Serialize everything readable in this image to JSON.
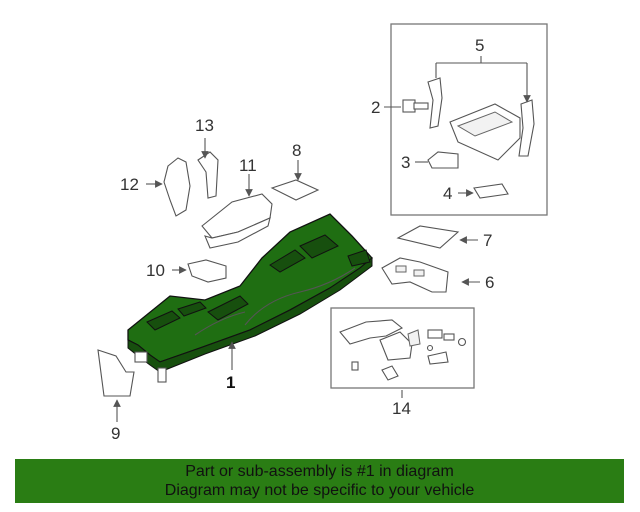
{
  "callouts": {
    "c1": "1",
    "c2": "2",
    "c3": "3",
    "c4": "4",
    "c5": "5",
    "c6": "6",
    "c7": "7",
    "c8": "8",
    "c9": "9",
    "c10": "10",
    "c11": "11",
    "c12": "12",
    "c13": "13",
    "c14": "14"
  },
  "highlighted_part": "1",
  "colors": {
    "banner_bg": "#2a7d14",
    "highlight_fill": "#1f6e12"
  },
  "banner": {
    "line1": "Part or sub-assembly is #1 in diagram",
    "line2": "Diagram may not be specific to your vehicle"
  }
}
